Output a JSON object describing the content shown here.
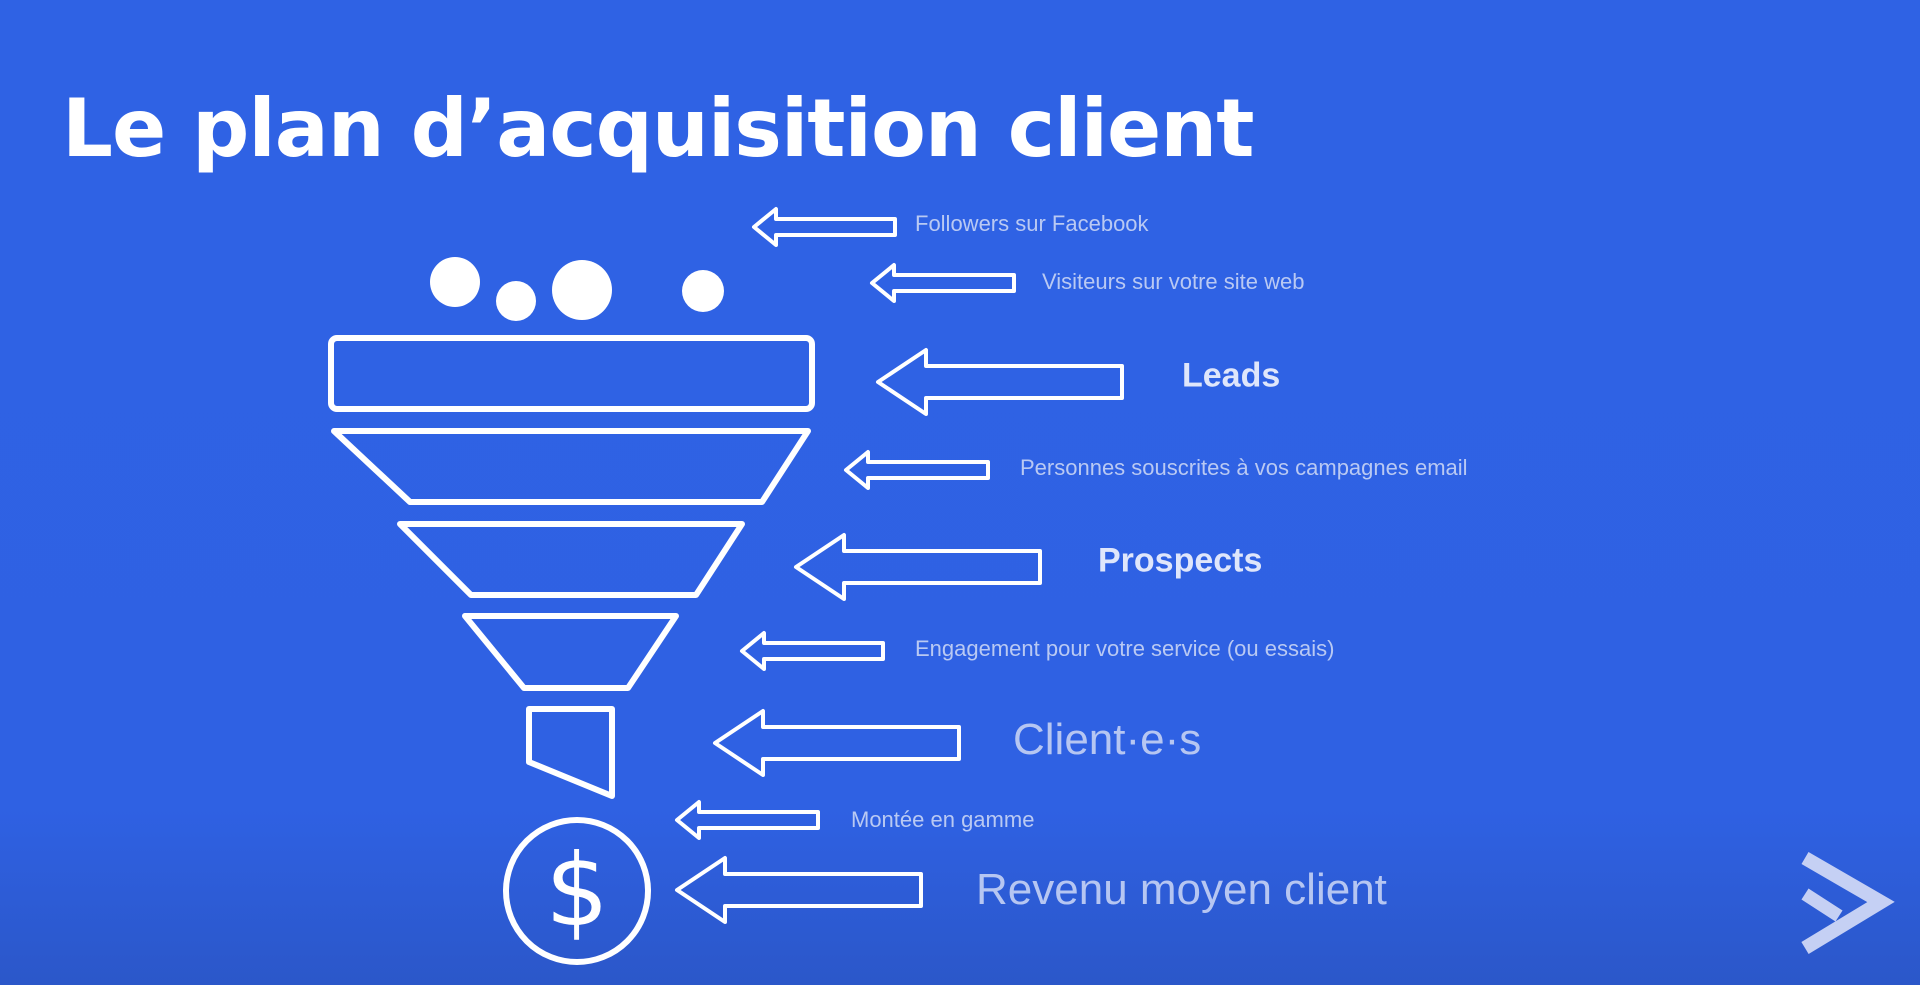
{
  "title": "Le plan d’acquisition client",
  "labels": [
    {
      "text": "Followers sur Facebook",
      "size": "small"
    },
    {
      "text": "Visiteurs sur votre site web",
      "size": "small"
    },
    {
      "text": "Leads",
      "size": "bold"
    },
    {
      "text": "Personnes souscrites à vos campagnes email",
      "size": "small"
    },
    {
      "text": "Prospects",
      "size": "bold"
    },
    {
      "text": "Engagement pour votre service (ou essais)",
      "size": "small"
    },
    {
      "text": "Client·e·s",
      "size": "big"
    },
    {
      "text": "Montée en gamme",
      "size": "small"
    },
    {
      "text": "Revenu moyen client",
      "size": "big"
    }
  ],
  "dollar_symbol": "$",
  "colors": {
    "background": "#2f62e4",
    "stroke": "#ffffff",
    "label": "#b9c9f3"
  }
}
